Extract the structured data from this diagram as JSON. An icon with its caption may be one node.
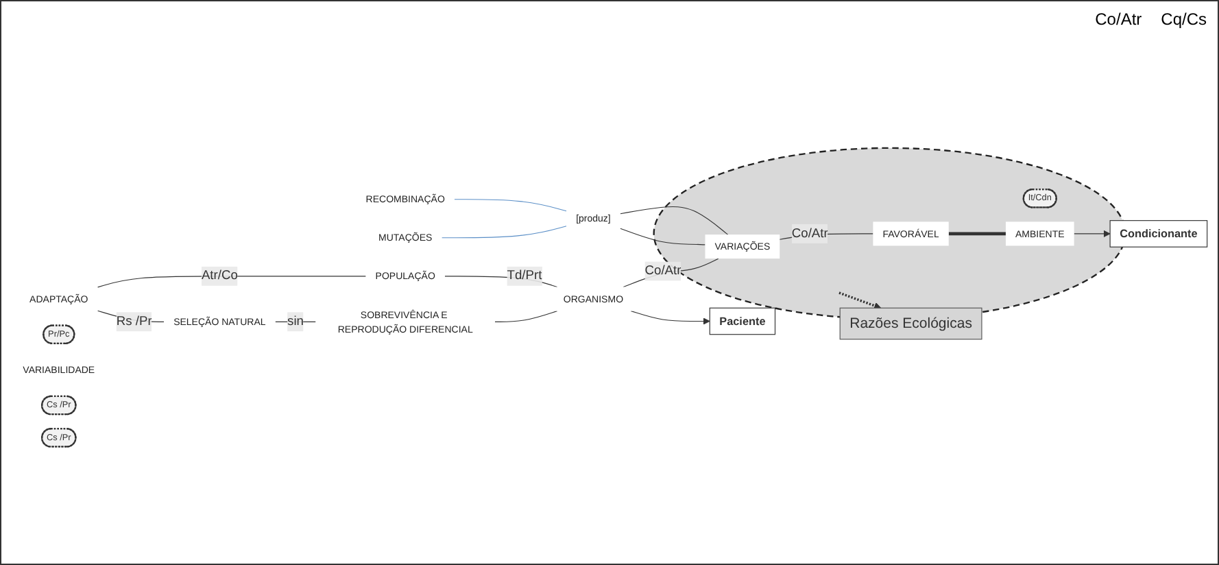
{
  "diagram": {
    "nodes": [
      {
        "text": [
          "ADAPTAÇÃO"
        ]
      },
      {
        "text": [
          "SELEÇÃO NATURAL"
        ]
      },
      {
        "text": [
          "SOBREVIVÊNCIA E REPRODUÇÃO DIFERENCIAL"
        ]
      },
      {
        "text": [
          "Pr/Pc"
        ]
      },
      {
        "text": [
          "POPULAÇÃO"
        ]
      },
      {
        "text": [
          "ORGANISMO"
        ]
      },
      {
        "text": [
          "VARIABILIDADE"
        ]
      },
      {
        "text": [
          "Cs /Pr"
        ]
      },
      {
        "text": [
          "MUTAÇÕES"
        ]
      },
      {
        "text": [
          "RECOMBINAÇÃO"
        ]
      },
      {
        "text": [
          "[produz]"
        ]
      },
      {
        "text": [
          "Cs /Pr"
        ]
      },
      {
        "text": [],
        "shape": "ellipse"
      },
      {
        "text": [
          "VARIAÇÕES"
        ],
        "in": 12
      },
      {
        "text": [
          "FAVORÁVEL"
        ],
        "in": 12
      },
      {
        "text": [
          "It/Cdn"
        ],
        "in": 12
      },
      {
        "text": [
          "AMBIENTE"
        ],
        "in": 12
      },
      {
        "text": [
          "Paciente"
        ]
      },
      {
        "text": [
          "Razões Ecológicas"
        ]
      },
      {
        "text": [
          "Condicionante"
        ]
      }
    ],
    "edges": [
      {
        "from": 0,
        "to": 4,
        "arrow": "none",
        "label": "Atr/Co"
      },
      {
        "from": 0,
        "to": 1,
        "arrow": "none",
        "label": "Rs /Pr"
      },
      {
        "from": 1,
        "to": 2,
        "arrow": "none",
        "label": "sin"
      },
      {
        "from": 2,
        "to": 5,
        "arrow": "none"
      },
      {
        "from": 4,
        "to": 5,
        "arrow": "none",
        "label": "Td/Prt"
      },
      {
        "from": 5,
        "to": 13,
        "arrow": "none",
        "label": "Co/Atr"
      },
      {
        "from": 13,
        "to": 14,
        "arrow": "none",
        "label": "Co/Atr"
      },
      {
        "from": 8,
        "to": 10,
        "arrow": "none",
        "color": "#5b8fc7"
      },
      {
        "from": 9,
        "to": 10,
        "arrow": "none",
        "color": "#5b8fc7"
      },
      {
        "from": 10,
        "to": 13,
        "arrow": "none"
      },
      {
        "from": 10,
        "to": 13,
        "arrow": "none"
      },
      {
        "from": 14,
        "to": 16,
        "arrow": "none",
        "style": "thick"
      },
      {
        "from": 5,
        "to": 17,
        "arrow": "to"
      },
      {
        "from": 12,
        "to": 18,
        "arrow": "to",
        "style": "dashed"
      },
      {
        "from": 16,
        "to": 19,
        "arrow": "to"
      }
    ],
    "labels": [
      "Co/Atr",
      "Cq/Cs"
    ]
  }
}
